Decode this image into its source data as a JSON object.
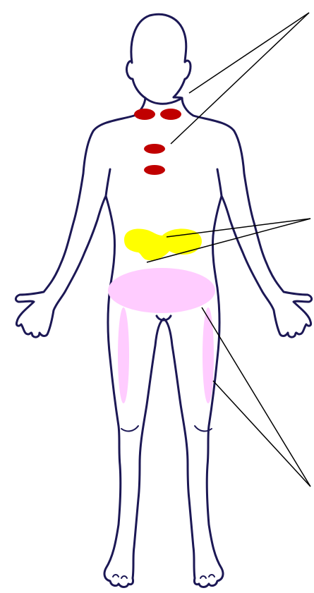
{
  "figure": {
    "subject": "human-body-front-outline",
    "outline_color": "#1c1855",
    "background": "#ffffff"
  },
  "regions": [
    {
      "id": "lymph-nodes",
      "color": "#c00000",
      "shape": "small-ellipses",
      "count": 4,
      "callout_lines": 2
    },
    {
      "id": "upper-abdomen",
      "color": "#ffff00",
      "shape": "blob",
      "count": 1,
      "callout_lines": 2
    },
    {
      "id": "pelvis-and-thighs",
      "color": "#ffccff",
      "shape": "ellipses",
      "count": 3,
      "callout_lines": 2
    }
  ],
  "callout_line_color": "#000000"
}
